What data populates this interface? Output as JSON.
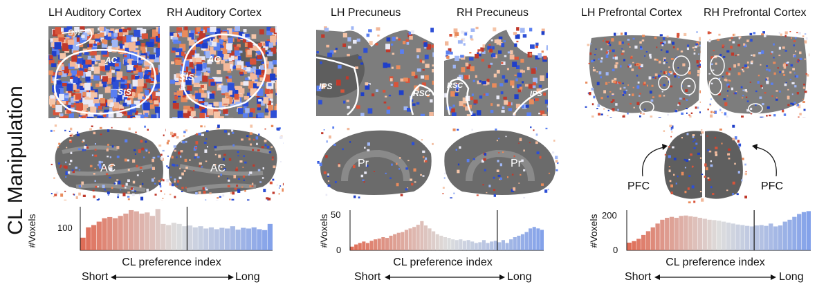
{
  "row_label": "CL Manipulation",
  "panels": [
    {
      "titles": [
        "LH Auditory Cortex",
        "RH Auditory Cortex"
      ],
      "flat_labels_lh": [
        "SyF",
        "AC",
        "StS"
      ],
      "flat_labels_rh": [
        "AC",
        "StS"
      ],
      "brain_labels": [
        "AC",
        "AC"
      ],
      "ylabel": "#Voxels",
      "yticks": [
        "100"
      ],
      "xlabel": "CL preference index",
      "short": "Short",
      "long": "Long"
    },
    {
      "titles": [
        "LH Precuneus",
        "RH Precuneus"
      ],
      "flat_labels_lh": [
        "IPS",
        "RSC"
      ],
      "flat_labels_rh": [
        "RSC",
        "IPS"
      ],
      "brain_labels": [
        "Pr",
        "Pr"
      ],
      "ylabel": "#Voxels",
      "yticks": [
        "0",
        "50"
      ],
      "xlabel": "CL preference index",
      "short": "Short",
      "long": "Long"
    },
    {
      "titles": [
        "LH Prefrontal Cortex",
        "RH Prefrontal Cortex"
      ],
      "brain_labels": [
        "PFC",
        "PFC"
      ],
      "ylabel": "#Voxels",
      "yticks": [
        "0",
        "200"
      ],
      "xlabel": "CL preference index",
      "short": "Short",
      "long": "Long"
    }
  ],
  "colors": {
    "short": "#d9543a",
    "long": "#6f92e6",
    "cortex_dark": "#5c5c5c",
    "cortex_light": "#9a9a9a"
  },
  "chart_data": [
    {
      "type": "bar",
      "ylabel": "#Voxels",
      "xlabel": "CL preference index",
      "ylim": [
        0,
        190
      ],
      "values": [
        55,
        100,
        110,
        125,
        140,
        145,
        140,
        150,
        160,
        175,
        170,
        160,
        165,
        150,
        180,
        115,
        110,
        120,
        115,
        105,
        108,
        100,
        105,
        95,
        100,
        92,
        98,
        95,
        105,
        90,
        98,
        95,
        100,
        92,
        88,
        115
      ],
      "divider_index": 20
    },
    {
      "type": "bar",
      "ylabel": "#Voxels",
      "xlabel": "CL preference index",
      "ylim": [
        0,
        55
      ],
      "values": [
        5,
        8,
        10,
        12,
        10,
        13,
        15,
        16,
        18,
        17,
        20,
        22,
        24,
        25,
        28,
        30,
        32,
        35,
        40,
        34,
        30,
        26,
        22,
        20,
        18,
        17,
        15,
        14,
        15,
        13,
        14,
        12,
        10,
        11,
        14,
        10,
        12,
        13,
        11,
        14,
        10,
        15,
        18,
        20,
        22,
        25,
        30,
        32,
        30,
        28
      ],
      "divider_index": 38
    },
    {
      "type": "bar",
      "ylabel": "#Voxels",
      "xlabel": "CL preference index",
      "ylim": [
        0,
        210
      ],
      "values": [
        40,
        48,
        60,
        80,
        100,
        120,
        140,
        160,
        170,
        175,
        170,
        180,
        182,
        178,
        175,
        170,
        165,
        160,
        158,
        155,
        150,
        145,
        140,
        135,
        132,
        128,
        125,
        130,
        132,
        128,
        140,
        125,
        130,
        150,
        160,
        175,
        190,
        200,
        205
      ],
      "divider_index": 27
    }
  ]
}
